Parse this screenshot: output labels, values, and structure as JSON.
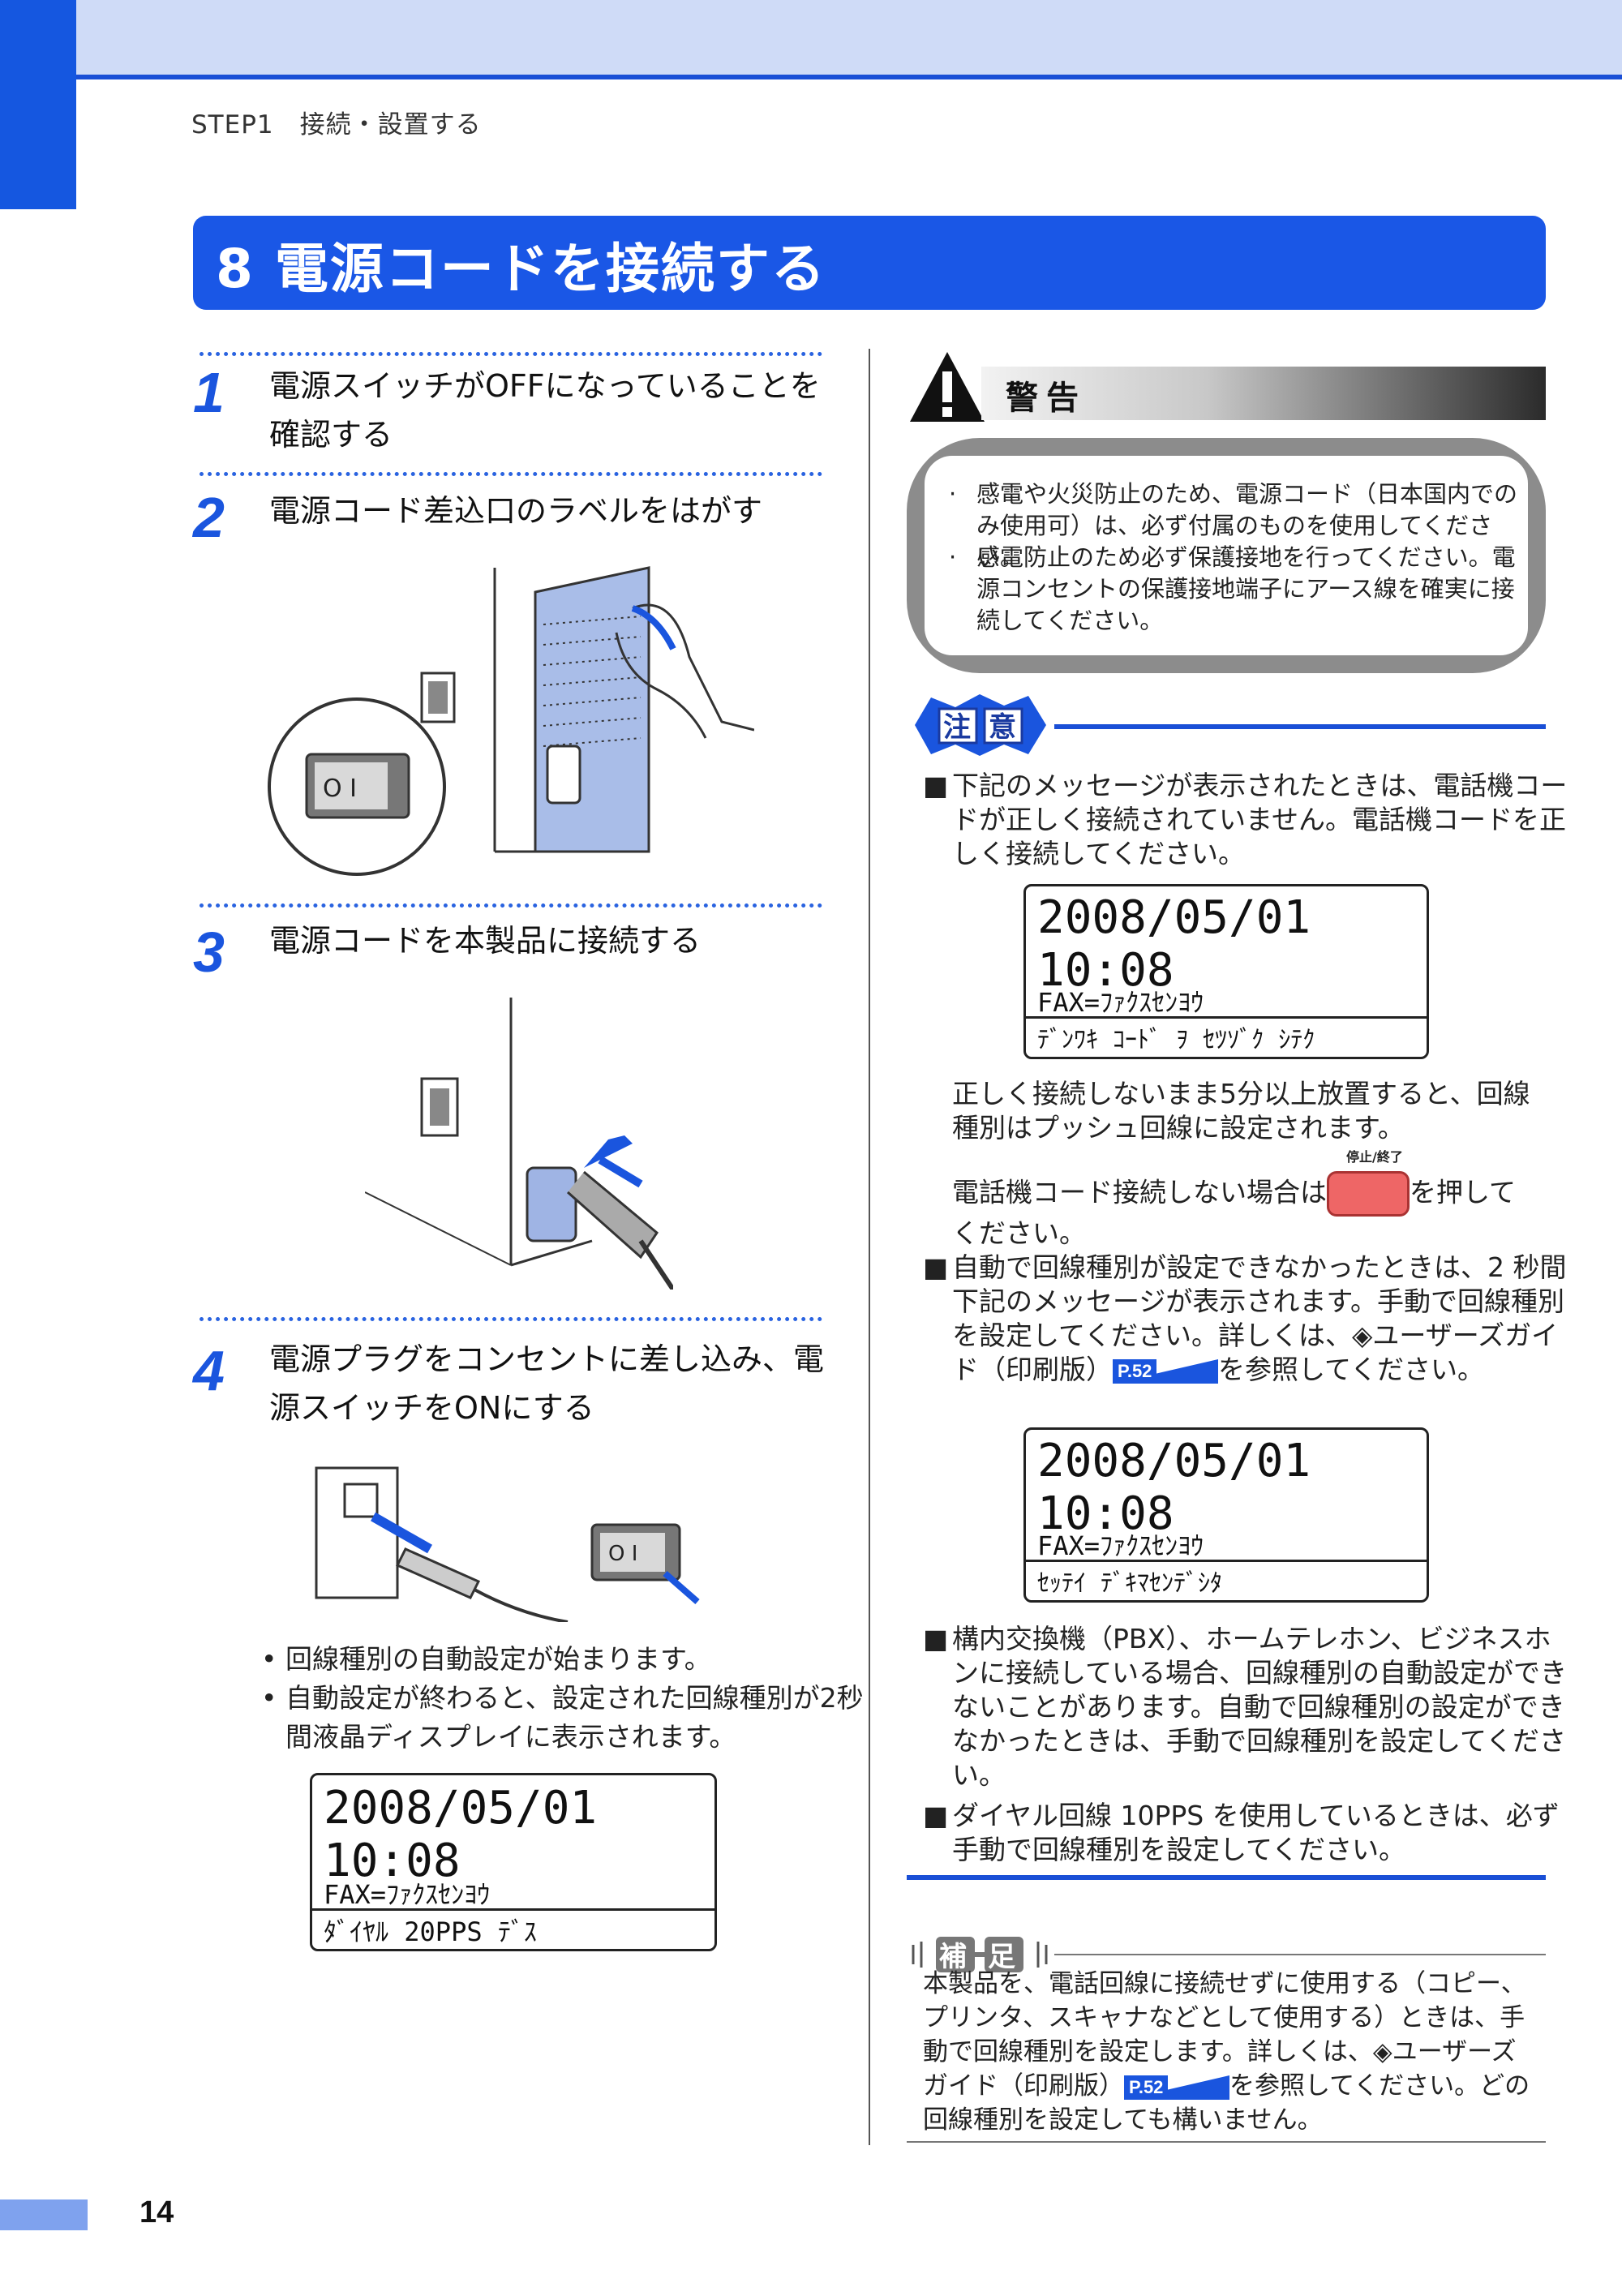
{
  "header": {
    "step_label": "STEP1　接続・設置する"
  },
  "section": {
    "title": "8 電源コードを接続する"
  },
  "steps": [
    {
      "num": "1",
      "text": "電源スイッチがOFFになっていることを確認する"
    },
    {
      "num": "2",
      "text": "電源コード差込口のラベルをはがす"
    },
    {
      "num": "3",
      "text": "電源コードを本製品に接続する"
    },
    {
      "num": "4",
      "text": "電源プラグをコンセントに差し込み、電源スイッチをONにする"
    }
  ],
  "step4_bullets": [
    "回線種別の自動設定が始まります。",
    "自動設定が終わると、設定された回線種別が2秒間液晶ディスプレイに表示されます。"
  ],
  "lcd_left": {
    "line1": "2008/05/01  10:08",
    "line2": "FAX=ﾌｧｸｽｾﾝﾖｳ",
    "line3": "ﾀﾞｲﾔﾙ 20PPS ﾃﾞｽ"
  },
  "warning": {
    "label": "警告",
    "items": [
      "感電や火災防止のため、電源コード（日本国内でのみ使用可）は、必ず付属のものを使用してください。",
      "感電防止のため必ず保護接地を行ってください。電源コンセントの保護接地端子にアース線を確実に接続してください。"
    ]
  },
  "caution": {
    "label": "注意",
    "item1": "下記のメッセージが表示されたときは、電話機コードが正しく接続されていません。電話機コードを正しく接続してください。",
    "lcd1": {
      "line1": "2008/05/01  10:08",
      "line2": "FAX=ﾌｧｸｽｾﾝﾖｳ",
      "line3": "ﾃﾞﾝﾜｷ ｺｰﾄﾞ ｦ ｾﾂｿﾞｸ ｼﾃｸ"
    },
    "para1": "正しく接続しないまま5分以上放置すると、回線種別はプッシュ回線に設定されます。",
    "stop_caption": "停止/終了",
    "para2_before": "電話機コード接続しない場合は",
    "para2_after": "を押してください。",
    "item2_before": "自動で回線種別が設定できなかったときは、2 秒間下記のメッセージが表示されます。手動で回線種別を設定してください。詳しくは、",
    "item2_guide": "ユーザーズガイド（印刷版）",
    "item2_ref": "P.52",
    "item2_after": "を参照してください。",
    "lcd2": {
      "line1": "2008/05/01  10:08",
      "line2": "FAX=ﾌｧｸｽｾﾝﾖｳ",
      "line3": "ｾｯﾃｲ ﾃﾞｷﾏｾﾝﾃﾞｼﾀ"
    },
    "item3": "構内交換機（PBX）、ホームテレホン、ビジネスホンに接続している場合、回線種別の自動設定ができないことがあります。自動で回線種別の設定ができなかったときは、手動で回線種別を設定してください。",
    "item4": "ダイヤル回線 10PPS を使用しているときは、必ず手動で回線種別を設定してください。"
  },
  "note": {
    "label": "補足",
    "text_before": "本製品を、電話回線に接続せずに使用する（コピー、プリンタ、スキャナなどとして使用する）ときは、手動で回線種別を設定します。詳しくは、",
    "guide": "ユーザーズガイド（印刷版）",
    "ref": "P.52",
    "text_after": "を参照してください。どの回線種別を設定しても構いません。"
  },
  "footer": {
    "page_number": "14"
  },
  "colors": {
    "accent": "#1a57e6",
    "header_band": "#cfdbf7",
    "footer_bar": "#7fa2ee"
  }
}
